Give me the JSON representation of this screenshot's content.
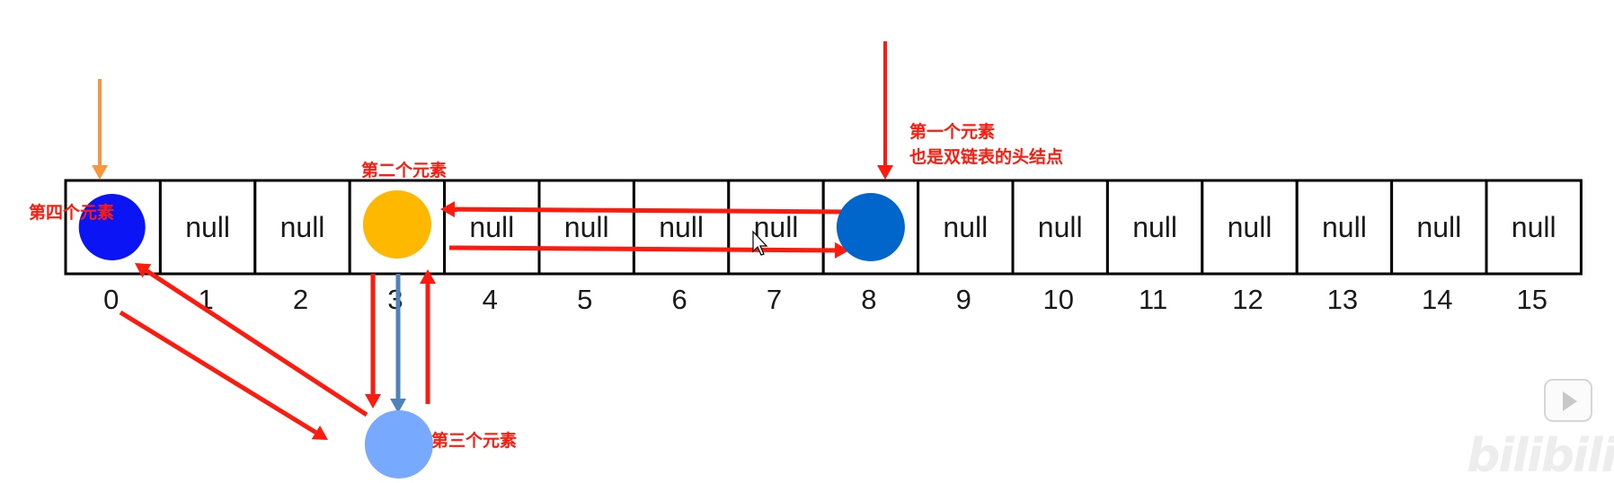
{
  "array": {
    "cells": [
      "",
      "null",
      "null",
      "",
      "null",
      "null",
      "null",
      "null",
      "",
      "null",
      "null",
      "null",
      "null",
      "null",
      "null",
      "null"
    ],
    "indices": [
      "0",
      "1",
      "2",
      "3",
      "4",
      "5",
      "6",
      "7",
      "8",
      "9",
      "10",
      "11",
      "12",
      "13",
      "14",
      "15"
    ]
  },
  "nodes": [
    {
      "id": "first",
      "slot": 8,
      "color": "#0066cc"
    },
    {
      "id": "second",
      "slot": 3,
      "color": "#ffb800"
    },
    {
      "id": "third",
      "slot": 3,
      "color": "#77aaff"
    },
    {
      "id": "fourth",
      "slot": 0,
      "color": "#0a14f5"
    }
  ],
  "labels": {
    "first_line1": "第一个元素",
    "first_line2": "也是双链表的头结点",
    "second": "第二个元素",
    "third": "第三个元素",
    "fourth": "第四个元素"
  },
  "colors": {
    "arrow_red": "#ff1a0d",
    "arrow_orange": "#f7963c",
    "arrow_blue": "#4f81bd",
    "grid_line": "#000000"
  }
}
